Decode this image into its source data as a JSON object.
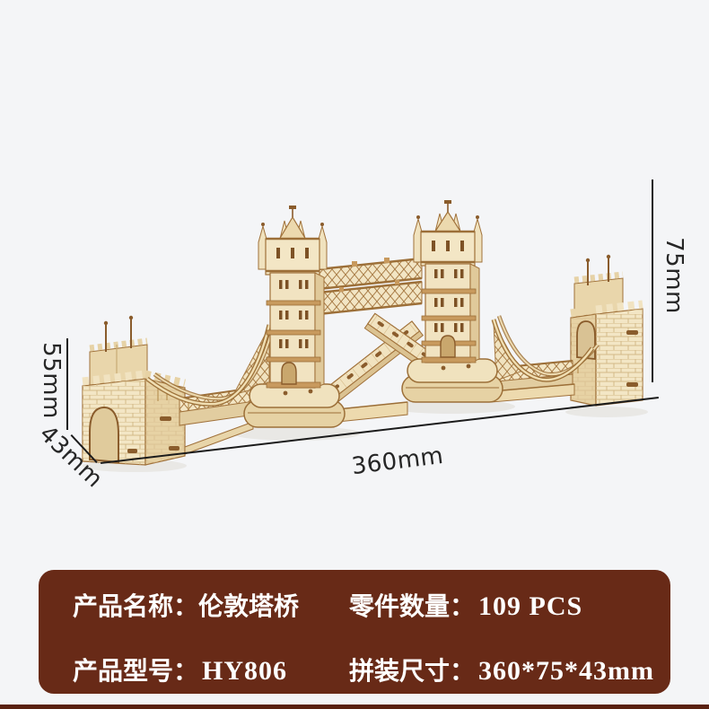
{
  "page": {
    "background": "#f4f5f7",
    "bottom_strip_color": "#5a2110"
  },
  "product_photo": {
    "subject": "wooden-3d-puzzle-tower-bridge-model",
    "wood_light": "#f4e8ca",
    "wood_face": "#efe0ba",
    "wood_mid": "#e6d0a0",
    "wood_shaded": "#d8ba84",
    "wood_edge": "#a0713a",
    "wood_deep": "#8a5c2c"
  },
  "dimension_annotations": {
    "line_color": "#1b1b1b",
    "text_color": "#262626",
    "total_height": "75mm",
    "pier_height": "55mm",
    "depth": "43mm",
    "length": "360mm"
  },
  "spec_panel": {
    "background": "#682a17",
    "text_color": "#ffffff",
    "rows": [
      {
        "cells": [
          {
            "label": "产品名称：",
            "value": "伦敦塔桥"
          },
          {
            "label": "零件数量：",
            "value": "109 PCS"
          }
        ]
      },
      {
        "cells": [
          {
            "label": "产品型号：",
            "value": "HY806"
          },
          {
            "label": "拼装尺寸：",
            "value": "360*75*43mm"
          }
        ]
      }
    ]
  }
}
